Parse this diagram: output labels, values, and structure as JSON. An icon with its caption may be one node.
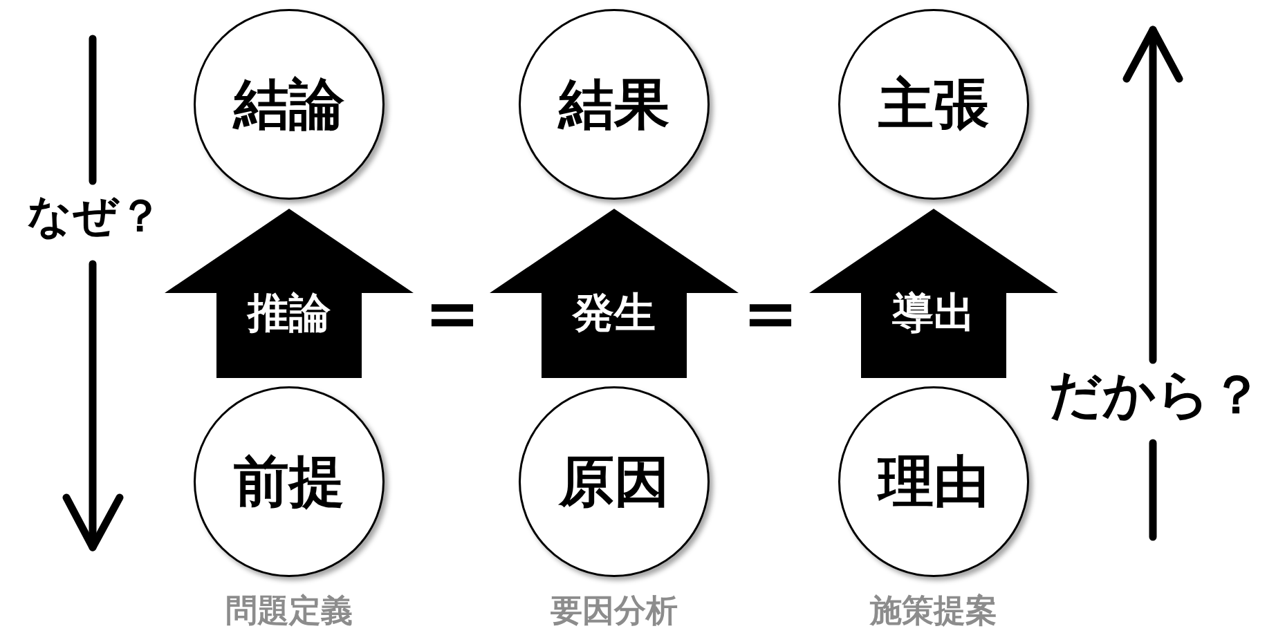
{
  "diagram": {
    "nodes": [
      {
        "text": [
          "結論"
        ]
      },
      {
        "text": [
          "結果"
        ]
      },
      {
        "text": [
          "主張"
        ]
      },
      {
        "text": [
          "前提"
        ],
        "beside": [
          "問題定義"
        ]
      },
      {
        "text": [
          "原因"
        ],
        "beside": [
          "要因分析"
        ]
      },
      {
        "text": [
          "理由"
        ],
        "beside": [
          "施策提案"
        ]
      }
    ],
    "edges": [
      {
        "from": 3,
        "to": 0,
        "arrow": "to",
        "label": "推論",
        "style": "thick"
      },
      {
        "from": 4,
        "to": 1,
        "arrow": "to",
        "label": "発生",
        "style": "thick"
      },
      {
        "from": 5,
        "to": 2,
        "arrow": "to",
        "label": "導出",
        "style": "thick"
      }
    ],
    "labels": [
      "なぜ？",
      "＝",
      "＝",
      "だから？"
    ]
  }
}
